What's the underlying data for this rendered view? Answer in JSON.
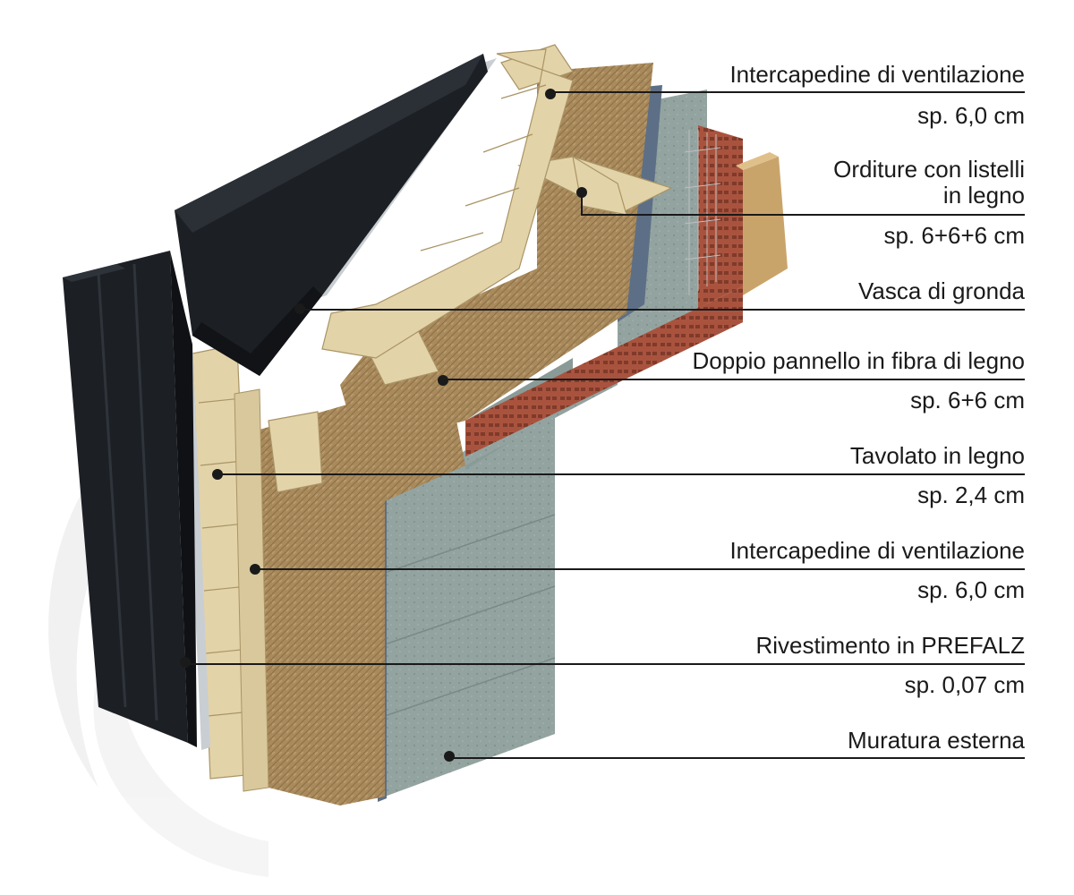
{
  "callouts": [
    {
      "label": "Intercapedine di ventilazione",
      "spec": "sp. 6,0 cm"
    },
    {
      "label_line1": "Orditure con listelli",
      "label_line2": "in legno",
      "spec": "sp. 6+6+6 cm"
    },
    {
      "label": "Vasca di gronda"
    },
    {
      "label": "Doppio pannello in fibra di legno",
      "spec": "sp. 6+6 cm"
    },
    {
      "label": "Tavolato in legno",
      "spec": "sp. 2,4 cm"
    },
    {
      "label": "Intercapedine di ventilazione",
      "spec": "sp. 6,0 cm"
    },
    {
      "label": "Rivestimento in PREFALZ",
      "spec": "sp. 0,07 cm"
    },
    {
      "label": "Muratura esterna"
    }
  ],
  "colors": {
    "metal": "#1c1f24",
    "wood": "#e3d3a8",
    "fiber": "#a98a5c",
    "concrete": "#93a3a0",
    "brick": "#a9533e",
    "membrane": "#c9ced3",
    "leader": "#1a1a1a"
  }
}
